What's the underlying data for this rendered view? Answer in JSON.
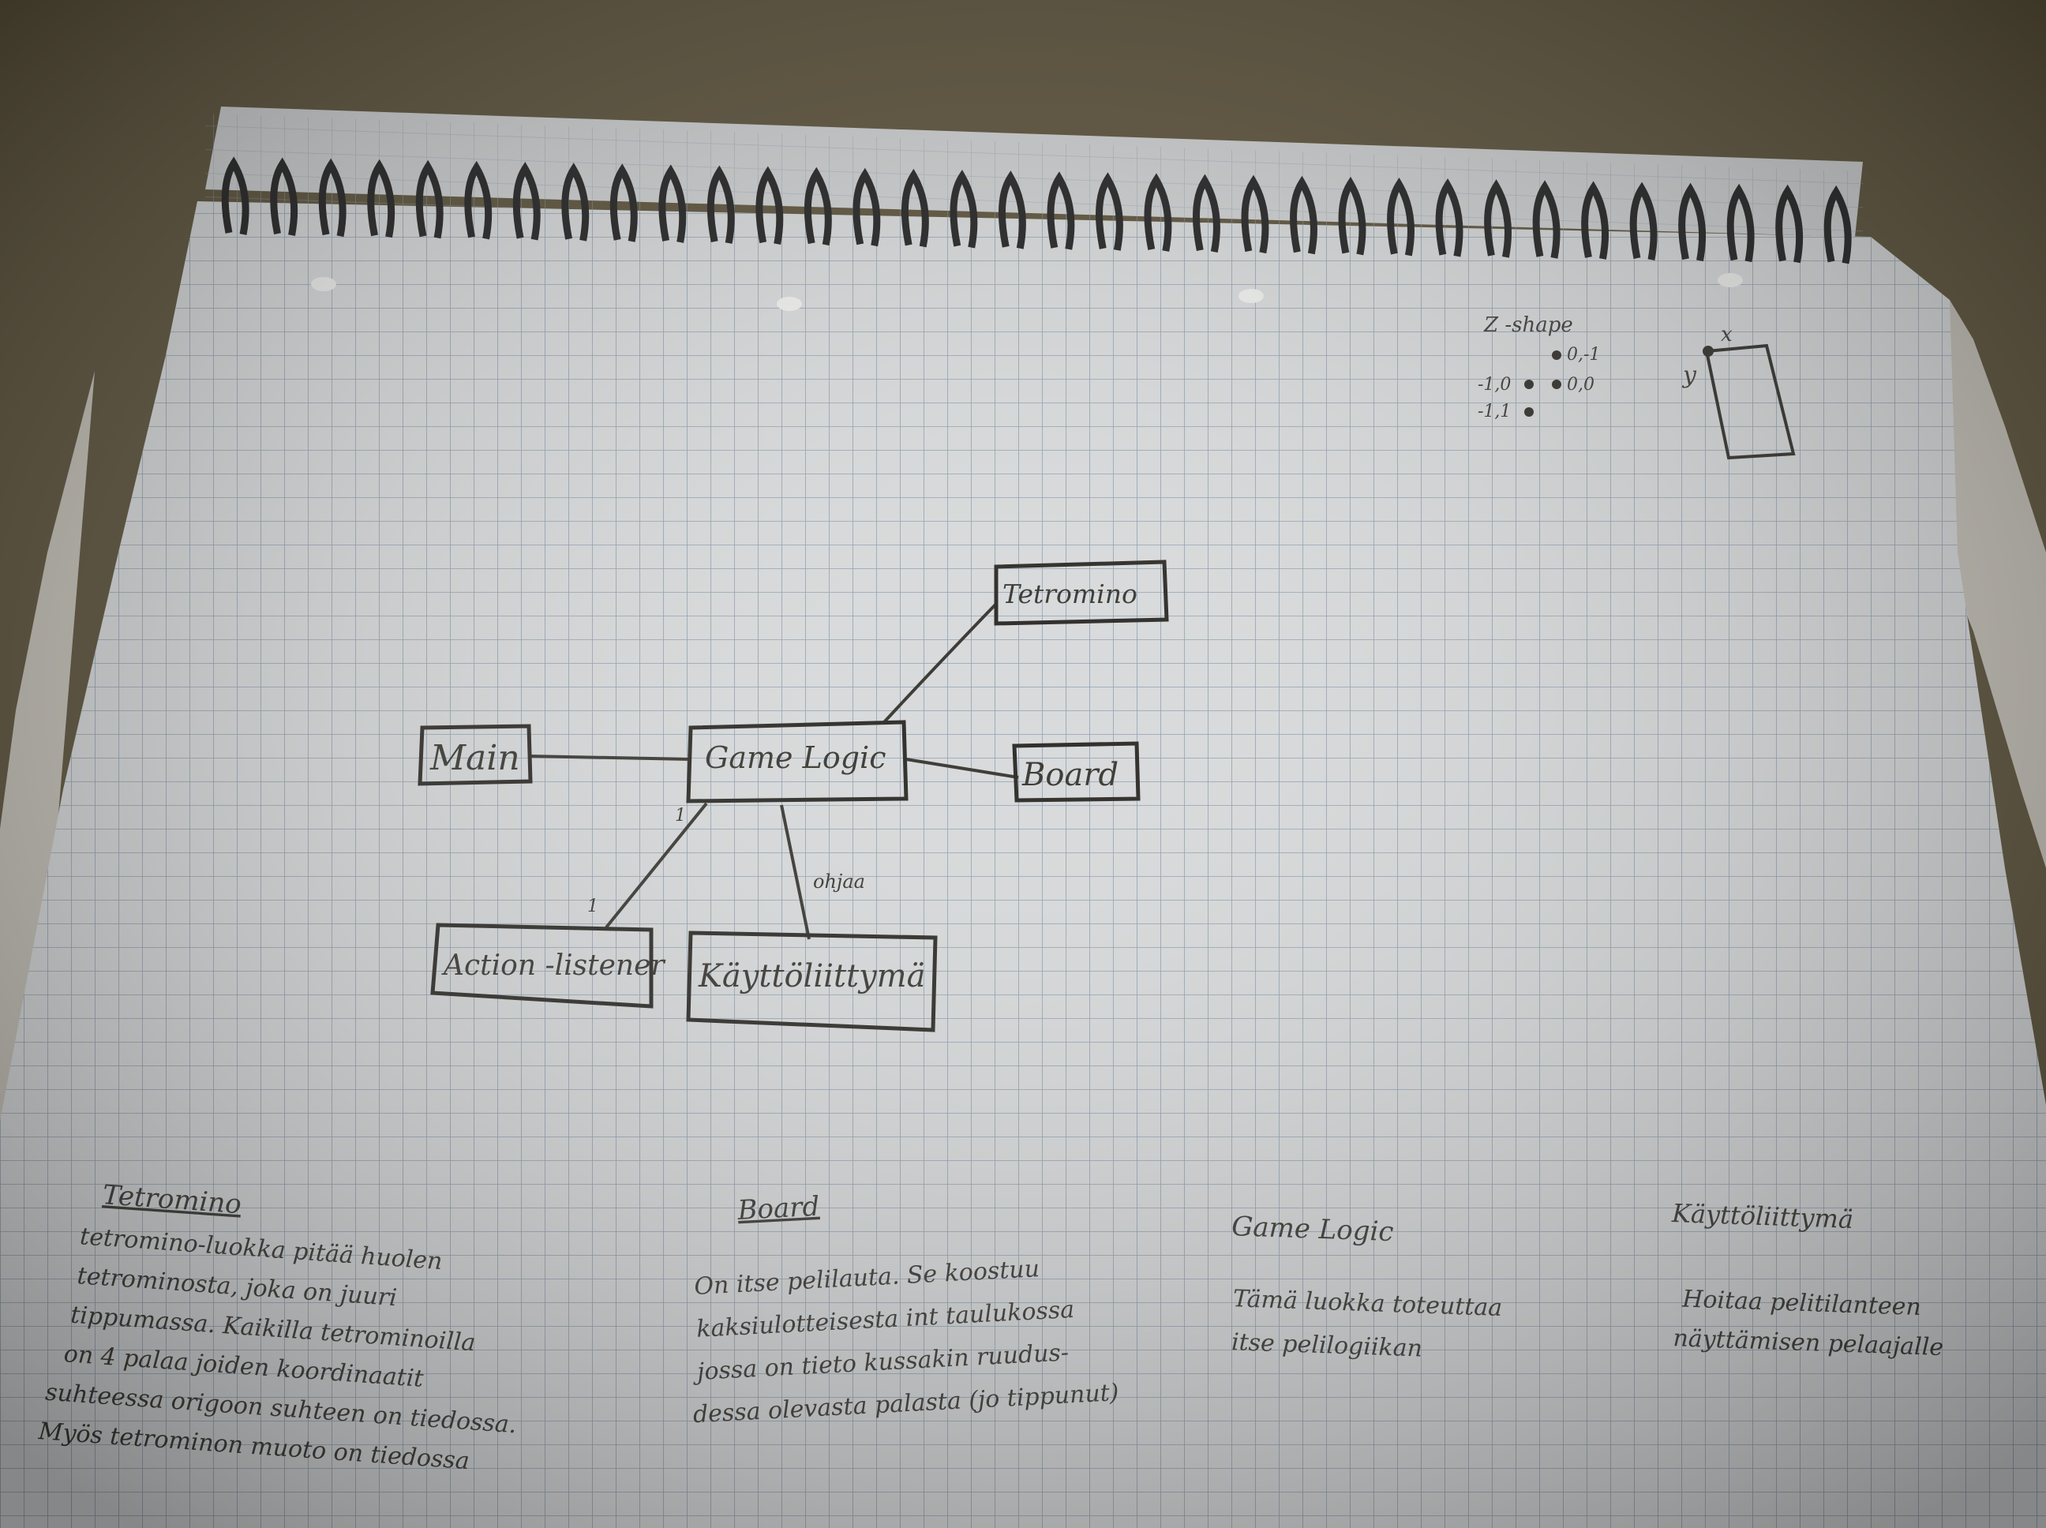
{
  "notebook": {
    "diagram": {
      "nodes": [
        {
          "id": "main",
          "label": "Main"
        },
        {
          "id": "gamelogic",
          "label": "Game Logic"
        },
        {
          "id": "tetromino",
          "label": "Tetromino"
        },
        {
          "id": "board",
          "label": "Board"
        },
        {
          "id": "actionlistener",
          "label": "Action -listener"
        },
        {
          "id": "ui",
          "label": "Käyttöliittymä"
        }
      ],
      "edges": [
        {
          "from": "main",
          "to": "gamelogic",
          "label": ""
        },
        {
          "from": "gamelogic",
          "to": "tetromino",
          "label": ""
        },
        {
          "from": "gamelogic",
          "to": "board",
          "label": ""
        },
        {
          "from": "gamelogic",
          "to": "actionlistener",
          "label": "1 — 1"
        },
        {
          "from": "gamelogic",
          "to": "ui",
          "label": "ohjaa"
        }
      ]
    },
    "sketch": {
      "title": "Z -shape",
      "coords": [
        "0,-1",
        "-1,0",
        "0,0",
        "-1,1"
      ],
      "axis_x": "x",
      "axis_y": "y"
    },
    "notes": [
      {
        "heading": "Tetromino",
        "lines": [
          "tetromino-luokka pitää huolen",
          "tetrominosta, joka on juuri",
          "tippumassa. Kaikilla tetrominoilla",
          "on 4 palaa joiden koordinaatit",
          "suhteessa origoon suhteen on tiedossa.",
          "Myös tetrominon muoto on tiedossa"
        ]
      },
      {
        "heading": "Board",
        "lines": [
          "On itse pelilauta. Se koostuu",
          "kaksiulotteisesta int taulukossa",
          "jossa on tieto kussakin ruudus-",
          "dessa olevasta palasta (jo tippunut)"
        ]
      },
      {
        "heading": "Game Logic",
        "lines": [
          "Tämä luokka toteuttaa",
          "itse pelilogiikan"
        ]
      },
      {
        "heading": "Käyttöliittymä",
        "lines": [
          "Hoitaa pelitilanteen",
          "näyttämisen pelaajalle"
        ]
      }
    ]
  }
}
